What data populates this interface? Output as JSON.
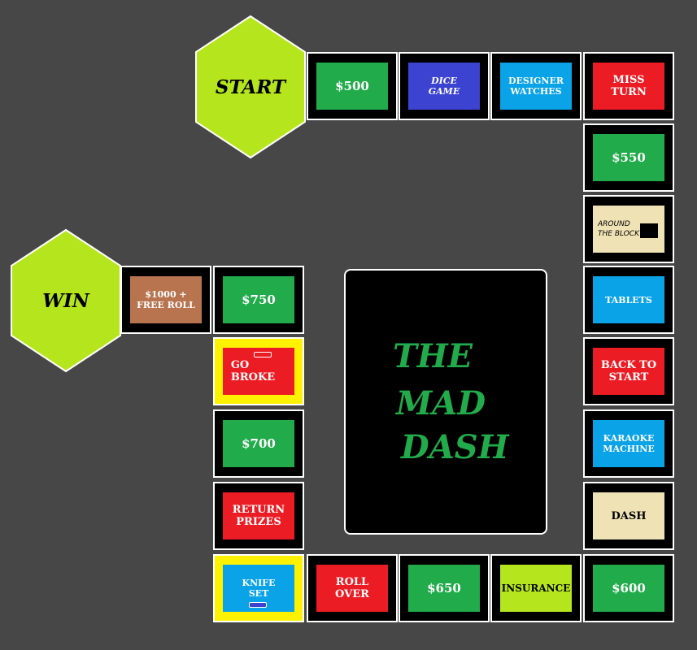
{
  "board": {
    "start_label": "START",
    "win_label": "WIN",
    "title_lines": [
      "THE",
      "MAD",
      "DASH"
    ],
    "colors": {
      "background": "#474747",
      "hexagon": "#b5e61d",
      "title": "#22ab4b",
      "highlight_border": "#fff200"
    },
    "spaces": {
      "s500": "$500",
      "dice_game": "DICE\nGAME",
      "designer_watches": "DESIGNER\nWATCHES",
      "miss_turn": "MISS\nTURN",
      "s550": "$550",
      "around_the_block": "AROUND\nTHE BLOCK",
      "tablets": "TABLETS",
      "back_to_start": "BACK TO\nSTART",
      "karaoke_machine": "KARAOKE\nMACHINE",
      "dash": "DASH",
      "s600": "$600",
      "insurance": "INSURANCE",
      "s650": "$650",
      "roll_over": "ROLL\nOVER",
      "knife_set": "KNIFE\nSET",
      "return_prizes": "RETURN\nPRIZES",
      "s700": "$700",
      "go_broke": "GO\nBROKE",
      "s750": "$750",
      "free_roll": "$1000 +\nFREE ROLL"
    }
  }
}
